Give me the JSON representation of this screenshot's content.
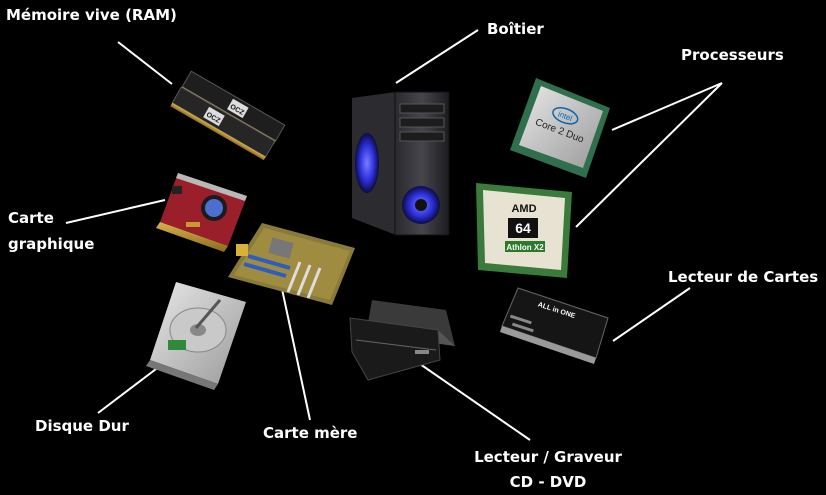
{
  "labels": {
    "ram": "Mémoire vive (RAM)",
    "boitier": "Boîtier",
    "processeurs": "Processeurs",
    "carte_graphique_line1": "Carte",
    "carte_graphique_line2": "graphique",
    "lecteur_cartes": "Lecteur de Cartes",
    "disque_dur": "Disque Dur",
    "carte_mere": "Carte mère",
    "lecteur_graveur_line1": "Lecteur / Graveur",
    "lecteur_graveur_line2": "CD - DVD"
  },
  "component_text": {
    "ram_brand": "OCZ",
    "intel_logo": "intel",
    "intel_model": "Core 2 Duo",
    "amd_logo": "AMD",
    "amd_64": "64",
    "amd_model": "Athlon X2",
    "card_reader_text": "ALL in ONE"
  }
}
